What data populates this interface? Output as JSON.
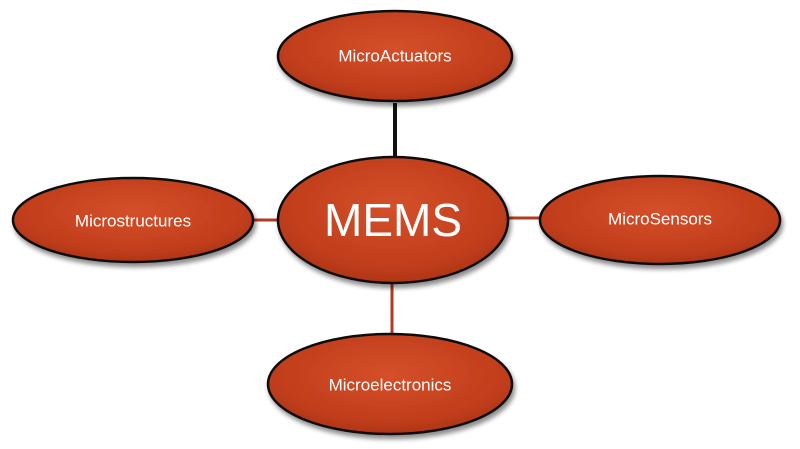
{
  "diagram": {
    "center": {
      "label": "MEMS"
    },
    "top": {
      "label": "MicroActuators"
    },
    "left": {
      "label": "Microstructures"
    },
    "right": {
      "label": "MicroSensors"
    },
    "bottom": {
      "label": "Microelectronics"
    }
  },
  "colors": {
    "ellipse_fill": "#c7401c",
    "ellipse_stroke": "#111111",
    "connector_dark": "#111111",
    "connector_red": "#b03a22",
    "label_text": "#ffffff"
  }
}
